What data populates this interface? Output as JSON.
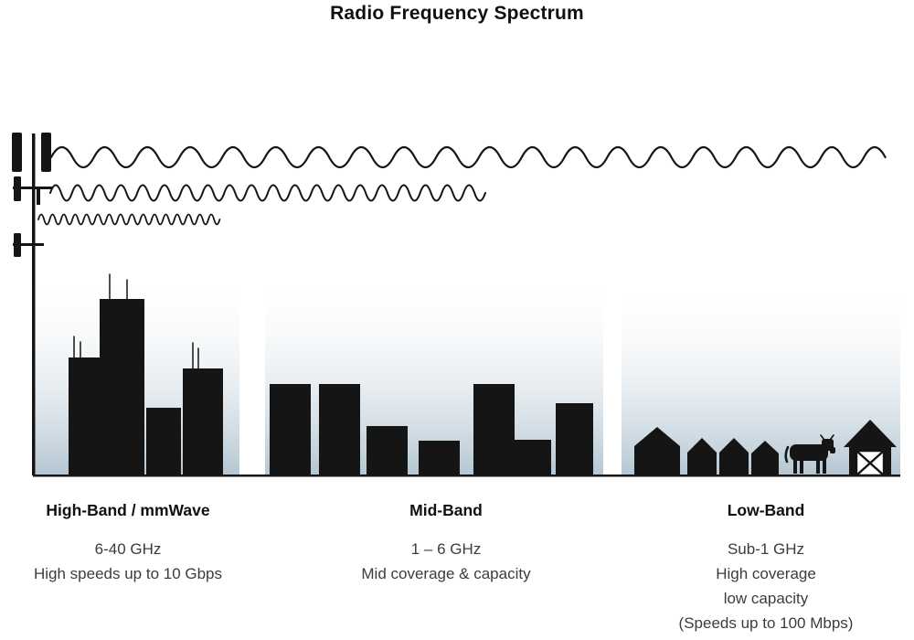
{
  "title": "Radio Frequency Spectrum",
  "bands": [
    {
      "name": "High-Band / mmWave",
      "frequency": "6-40 GHz",
      "lines": [
        "High speeds up to 10 Gbps"
      ]
    },
    {
      "name": "Mid-Band",
      "frequency": "1 – 6 GHz",
      "lines": [
        "Mid coverage & capacity"
      ]
    },
    {
      "name": "Low-Band",
      "frequency": "Sub-1 GHz",
      "lines": [
        "High coverage",
        "low capacity",
        "(Speeds up to 100 Mbps)"
      ]
    }
  ],
  "icons": {
    "tower": "cell-tower-icon",
    "waves": [
      "low-frequency-long-wave",
      "mid-frequency-wave",
      "high-frequency-short-wave"
    ],
    "scene": [
      "city-skyline",
      "midrise-buildings",
      "houses",
      "cow",
      "barn"
    ]
  },
  "colors": {
    "silhouette": "#151515",
    "gradient_top": "#ffffff",
    "gradient_bottom": "#b4c6d2",
    "detail_text": "#3c3c3c"
  }
}
